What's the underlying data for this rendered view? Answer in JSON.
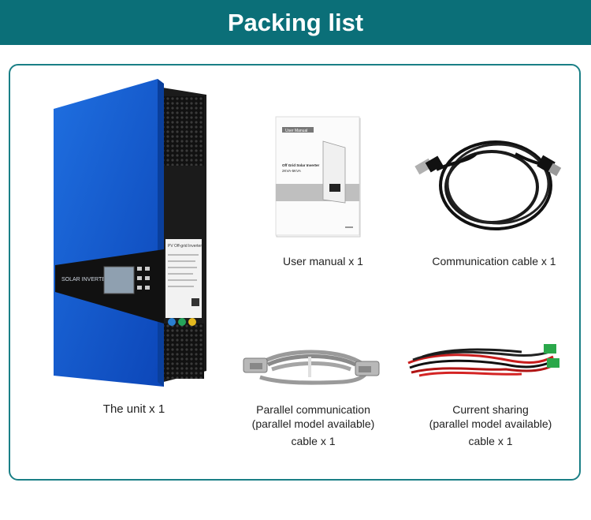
{
  "header": {
    "title": "Packing list",
    "color": "#0b6f78"
  },
  "unit": {
    "caption": "The unit x 1",
    "front_label": "SOLAR INVERTER",
    "sticker_title": "PV Off-grid Inverter"
  },
  "manual": {
    "caption": "User manual x 1",
    "tag": "User Manual",
    "title": "Off Grid Solar Inverter",
    "subtitle": "2KVA-5KVA"
  },
  "comm_cable": {
    "caption": "Communication cable x 1"
  },
  "parallel_cable": {
    "line1": "Parallel communication",
    "line2": "(parallel model available)",
    "line3": "cable x 1"
  },
  "current_cable": {
    "line1": "Current sharing",
    "line2": "(parallel model available)",
    "line3": "cable x 1"
  }
}
